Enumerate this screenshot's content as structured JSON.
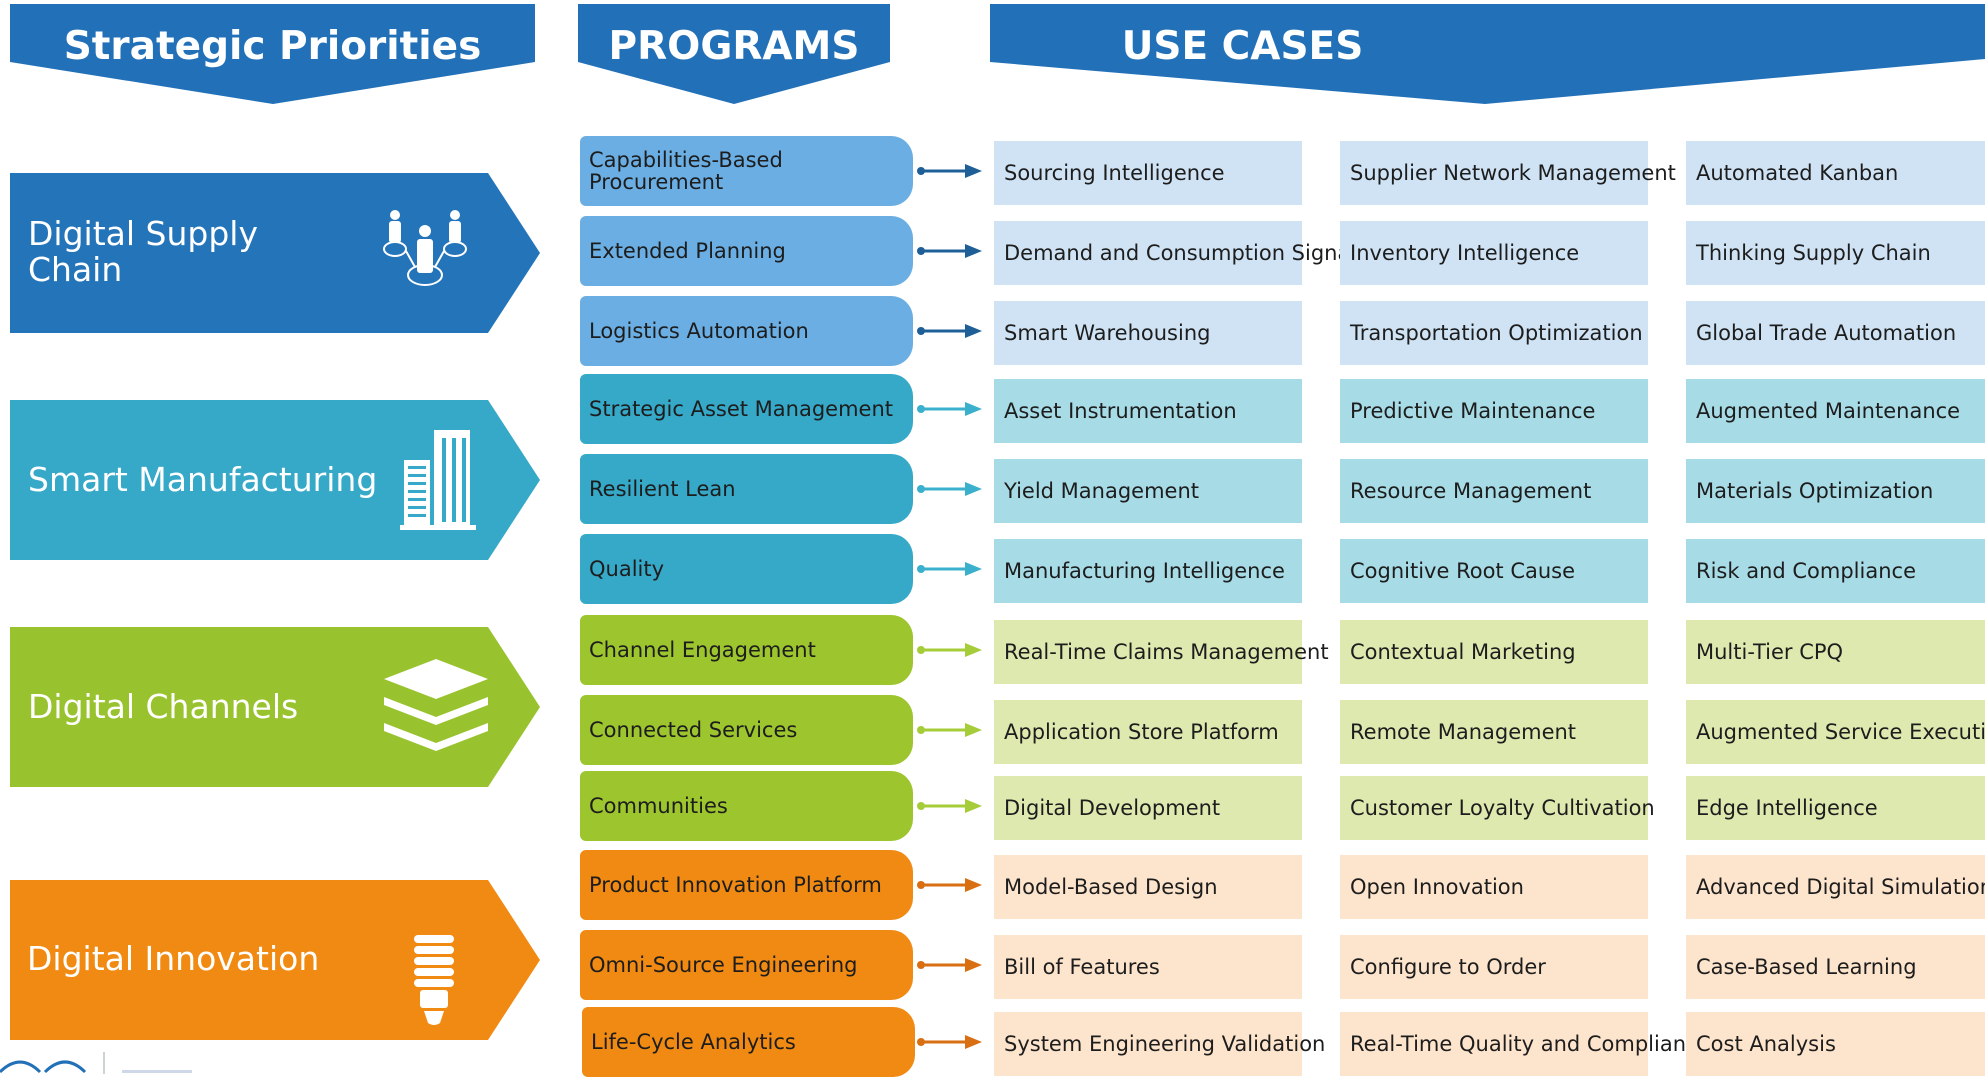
{
  "headers": {
    "strategic": "Strategic Priorities",
    "programs": "PROGRAMS",
    "use_cases": "USE CASES"
  },
  "colors": {
    "header_blue": "#2271b8",
    "supply_chain": "#2474ba",
    "manufacturing": "#36a8c8",
    "channels": "#99c32e",
    "innovation": "#f18a12"
  },
  "priorities": [
    {
      "label": "Digital Supply Chain",
      "icon": "people-network-icon"
    },
    {
      "label": "Smart Manufacturing",
      "icon": "factory-buildings-icon"
    },
    {
      "label": "Digital Channels",
      "icon": "layers-icon"
    },
    {
      "label": "Digital Innovation",
      "icon": "lightbulb-icon"
    }
  ],
  "rows": [
    {
      "program": "Capabilities-Based Procurement",
      "use_cases": [
        "Sourcing Intelligence",
        "Supplier Network Management",
        "Automated Kanban"
      ]
    },
    {
      "program": "Extended Planning",
      "use_cases": [
        "Demand and Consumption Signal Insight",
        "Inventory Intelligence",
        "Thinking Supply Chain"
      ]
    },
    {
      "program": "Logistics Automation",
      "use_cases": [
        "Smart Warehousing",
        "Transportation Optimization",
        "Global Trade Automation"
      ]
    },
    {
      "program": "Strategic Asset Management",
      "use_cases": [
        "Asset Instrumentation",
        "Predictive Maintenance",
        "Augmented Maintenance"
      ]
    },
    {
      "program": "Resilient Lean",
      "use_cases": [
        "Yield Management",
        "Resource Management",
        "Materials Optimization"
      ]
    },
    {
      "program": "Quality",
      "use_cases": [
        "Manufacturing Intelligence",
        "Cognitive Root Cause",
        "Risk and Compliance"
      ]
    },
    {
      "program": "Channel Engagement",
      "use_cases": [
        "Real-Time Claims Management",
        "Contextual Marketing",
        "Multi-Tier CPQ"
      ]
    },
    {
      "program": "Connected Services",
      "use_cases": [
        "Application Store Platform",
        "Remote Management",
        "Augmented Service Execution"
      ]
    },
    {
      "program": "Communities",
      "use_cases": [
        "Digital Development",
        "Customer Loyalty Cultivation",
        "Edge Intelligence"
      ]
    },
    {
      "program": "Product Innovation Platform",
      "use_cases": [
        "Model-Based Design",
        "Open Innovation",
        "Advanced Digital Simulation"
      ]
    },
    {
      "program": "Omni-Source Engineering",
      "use_cases": [
        "Bill of Features",
        "Configure to Order",
        "Case-Based Learning"
      ]
    },
    {
      "program": "Life-Cycle Analytics",
      "use_cases": [
        "System Engineering Validation",
        "Real-Time Quality and Compliance",
        "Cost Analysis"
      ]
    }
  ]
}
